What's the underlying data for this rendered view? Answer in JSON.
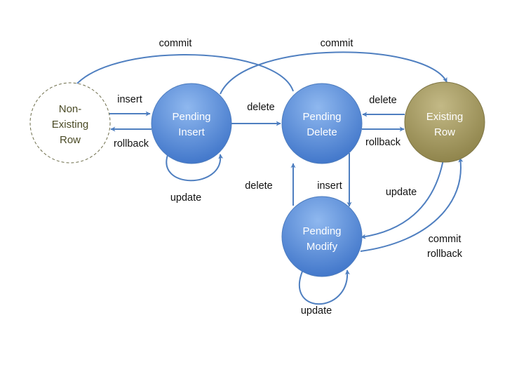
{
  "colors": {
    "edge": "#4f7fc0",
    "state_light": "#8fb8ef",
    "state_dark": "#3d73c8",
    "state_stroke": "#4d7cbe",
    "existing_light": "#c3b986",
    "existing_dark": "#8c8148",
    "existing_stroke": "#7f7645",
    "nonexisting_text": "#4a4a25",
    "label_text": "#111111"
  },
  "states": {
    "non_existing": {
      "line1": "Non-",
      "line2": "Existing",
      "line3": "Row"
    },
    "pending_insert": {
      "line1": "Pending",
      "line2": "Insert"
    },
    "pending_delete": {
      "line1": "Pending",
      "line2": "Delete"
    },
    "existing_row": {
      "line1": "Existing",
      "line2": "Row"
    },
    "pending_modify": {
      "line1": "Pending",
      "line2": "Modify"
    }
  },
  "transitions": {
    "commit_top_left": "commit",
    "commit_top_right": "commit",
    "insert_left": "insert",
    "rollback_left": "rollback",
    "delete_insert_to_delete": "delete",
    "delete_existing_to_delete": "delete",
    "rollback_delete_to_existing": "rollback",
    "update_insert_loop": "update",
    "delete_modify_to_delete": "delete",
    "insert_delete_to_modify": "insert",
    "update_existing_to_modify": "update",
    "commit_modify_to_existing": "commit",
    "rollback_modify_to_existing": "rollback",
    "update_modify_loop": "update"
  }
}
